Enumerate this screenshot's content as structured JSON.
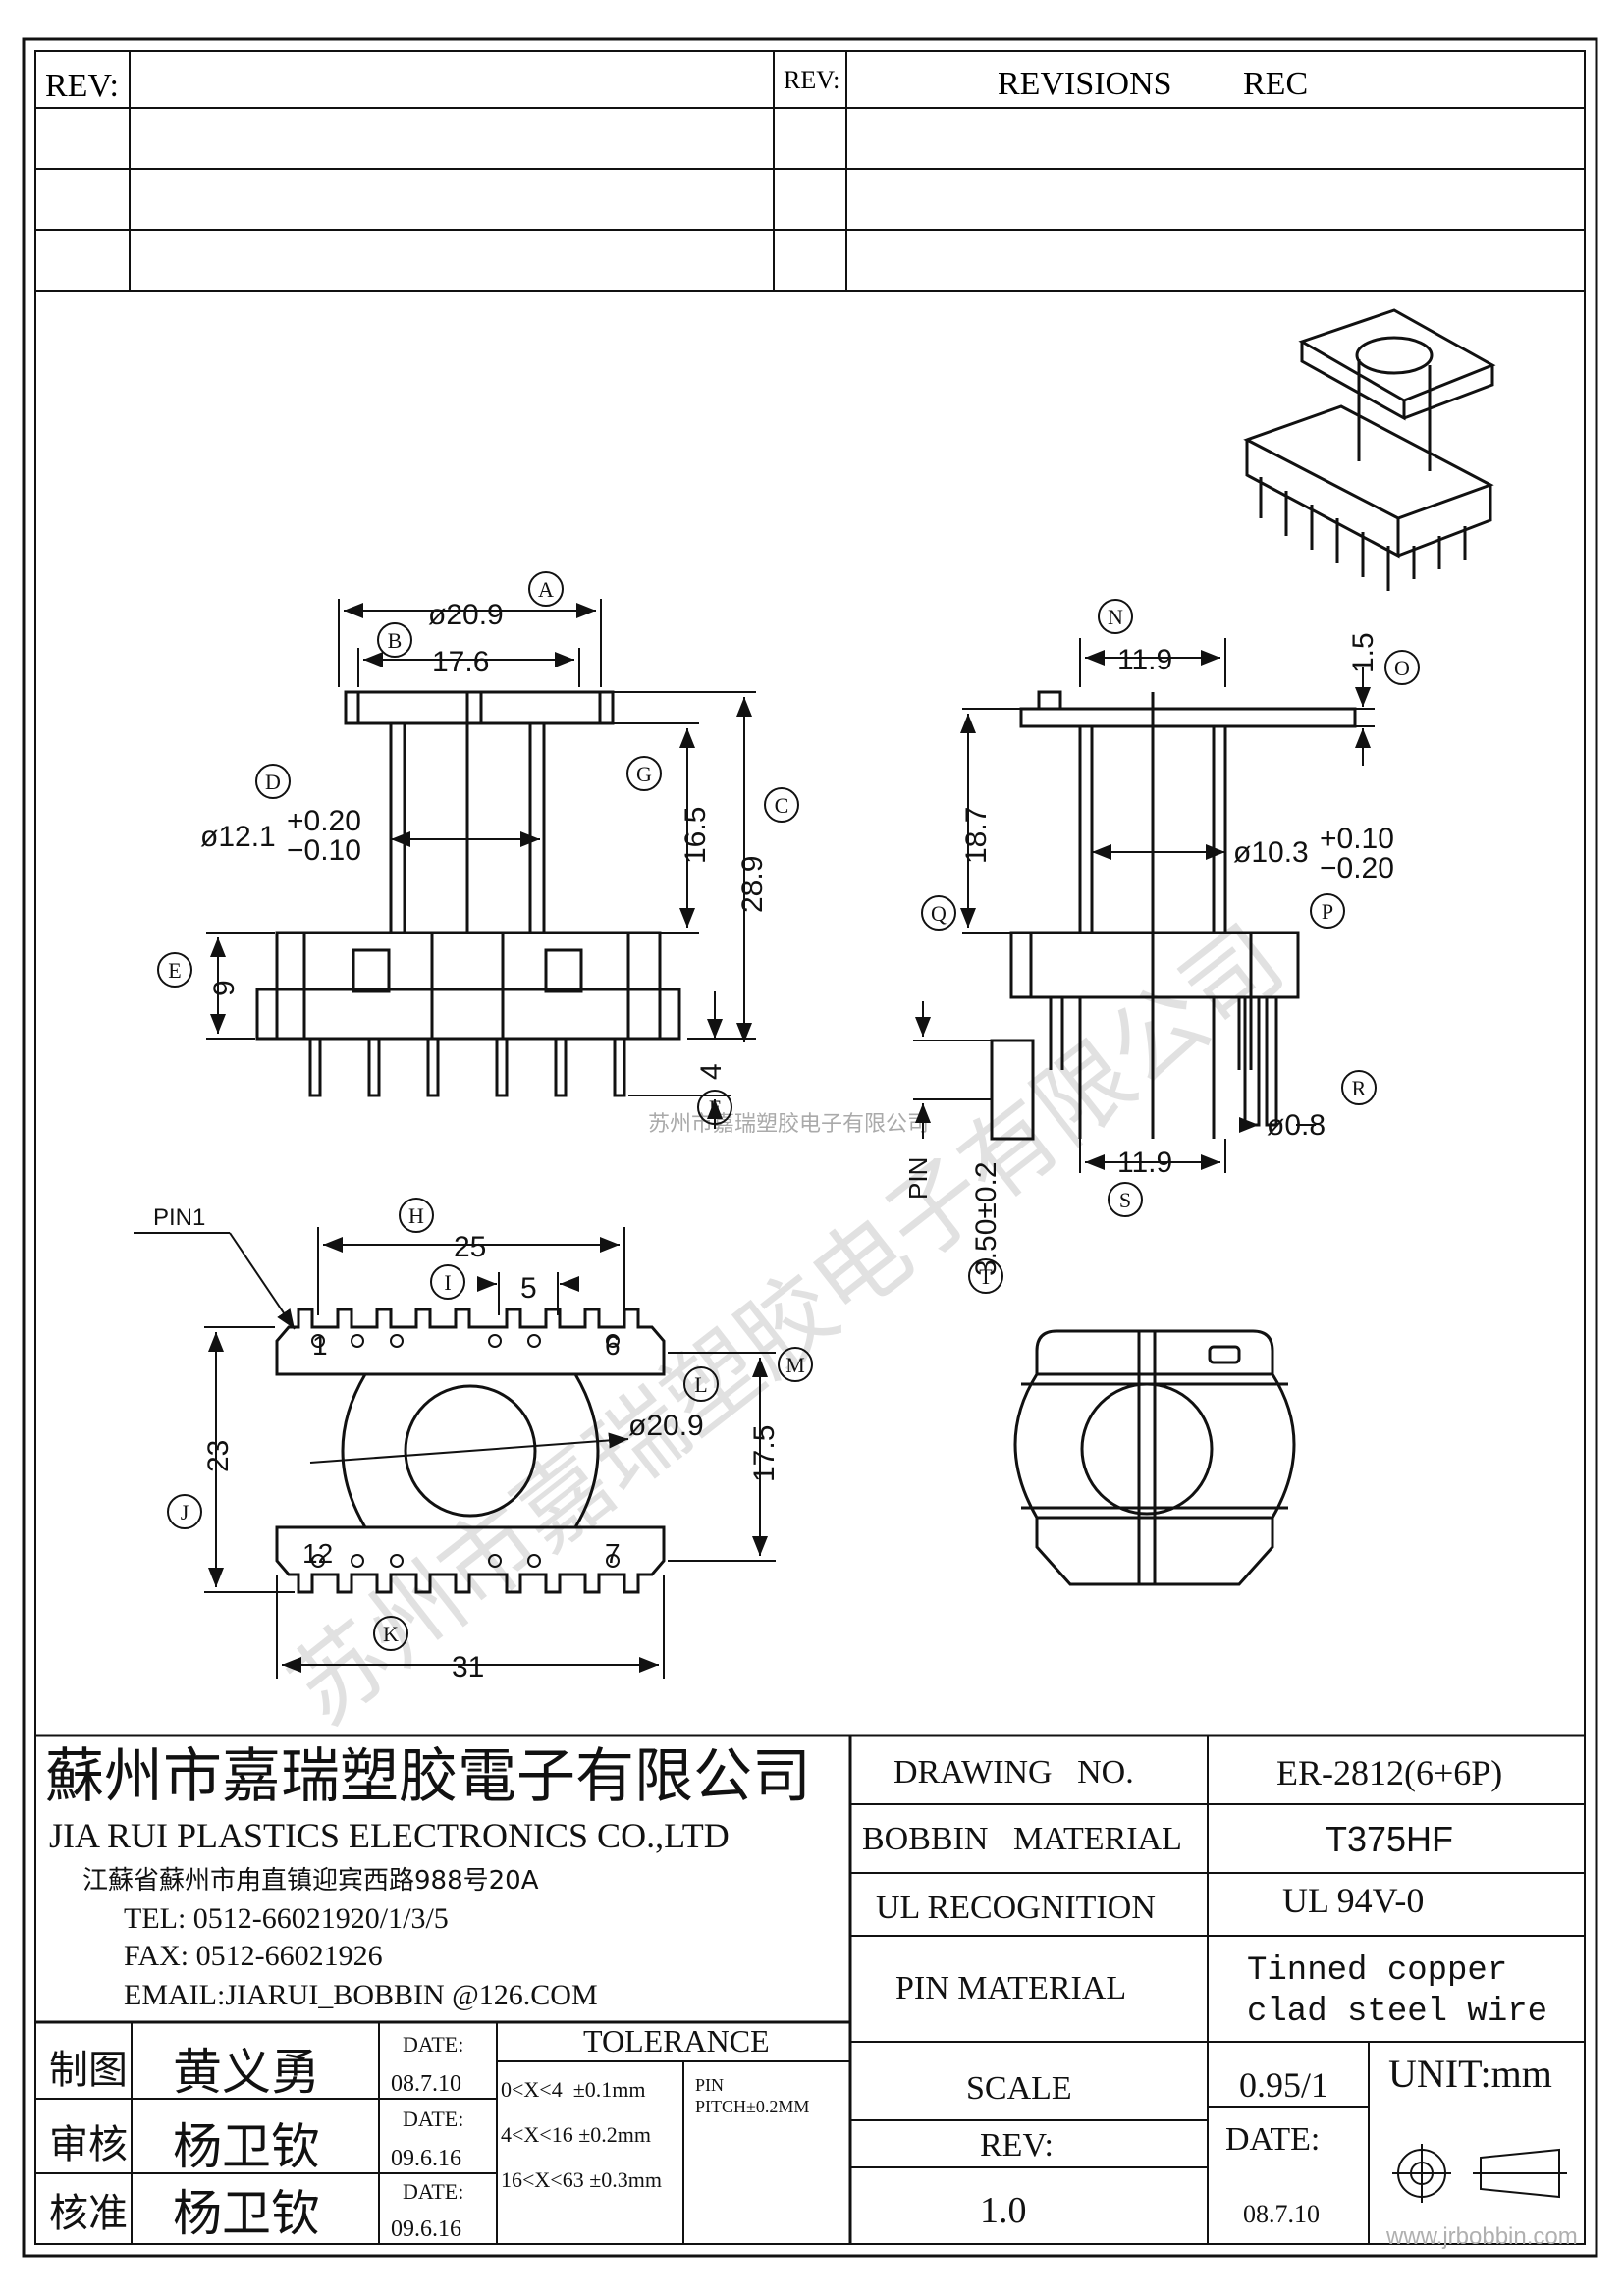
{
  "revision_block": {
    "rev_label_left": "REV:",
    "rev_label_right": "REV:",
    "revisions_header": "REVISIONS",
    "rec_header": "REC"
  },
  "front_view": {
    "dim_a": "ø20.9",
    "dim_b": "17.6",
    "dim_d": "ø12.1",
    "dim_d_tol_upper": "+0.20",
    "dim_d_tol_lower": "−0.10",
    "dim_g": "16.5",
    "dim_c": "28.9",
    "dim_e": "9",
    "dim_f": "4",
    "label_a": "A",
    "label_b": "B",
    "label_c": "C",
    "label_d": "D",
    "label_e": "E",
    "label_f": "F",
    "label_g": "G"
  },
  "side_view": {
    "dim_n": "11.9",
    "dim_o": "1.5",
    "dim_q": "18.7",
    "dim_core": "ø10.3",
    "dim_core_tol_upper": "+0.10",
    "dim_core_tol_lower": "−0.20",
    "dim_s": "11.9",
    "dim_r": "ø0.8",
    "dim_pin": "PIN",
    "dim_t": "3.50±0.2",
    "label_n": "N",
    "label_o": "O",
    "label_p": "P",
    "label_q": "Q",
    "label_r": "R",
    "label_s": "S",
    "label_t": "T"
  },
  "bottom_view": {
    "pin1_label": "PIN1",
    "dim_h": "25",
    "dim_i": "5",
    "dim_j": "23",
    "dim_k": "31",
    "dim_l": "ø20.9",
    "dim_m": "17.5",
    "pin_1": "1",
    "pin_6": "6",
    "pin_12": "12",
    "pin_7": "7",
    "label_h": "H",
    "label_i": "I",
    "label_j": "J",
    "label_k": "K",
    "label_l": "L",
    "label_m": "M"
  },
  "watermark": {
    "center_text": "苏州市嘉瑞塑胶电子有限公司",
    "bottom_url": "www.jrbobbin.com"
  },
  "title_block": {
    "company_cn": "蘇州市嘉瑞塑胶電子有限公司",
    "company_en": "JIA RUI PLASTICS ELECTRONICS CO.,LTD",
    "address": "江蘇省蘇州市甪直镇迎宾西路988号20A",
    "tel": "TEL: 0512-66021920/1/3/5",
    "fax": "FAX: 0512-66021926",
    "email": "EMAIL:JIARUI_BOBBIN @126.COM",
    "drawing_no_label": "DRAWING   NO.",
    "drawing_no": "ER-2812(6+6P)",
    "bobbin_material_label": "BOBBIN   MATERIAL",
    "bobbin_material": "T375HF",
    "ul_label": "UL RECOGNITION",
    "ul_value": "UL 94V-0",
    "pin_material_label": "PIN MATERIAL",
    "pin_material_line1": "Tinned copper",
    "pin_material_line2": "clad steel wire",
    "scale_label": "SCALE",
    "scale_value": "0.95/1",
    "unit": "UNIT:mm",
    "rev_label": "REV:",
    "rev_value": "1.0",
    "date_label": "DATE:",
    "date_value": "08.7.10",
    "tolerance_header": "TOLERANCE",
    "tol_1": "0<X<4  ±0.1mm",
    "tol_2": "4<X<16 ±0.2mm",
    "tol_3": "16<X<63 ±0.3mm",
    "pin_pitch_1": "PIN",
    "pin_pitch_2": "PITCH±0.2MM",
    "roles": [
      {
        "role": "制图",
        "name": "黄义勇",
        "date_label": "DATE:",
        "date": "08.7.10"
      },
      {
        "role": "审核",
        "name": "杨卫钦",
        "date_label": "DATE:",
        "date": "09.6.16"
      },
      {
        "role": "核准",
        "name": "杨卫钦",
        "date_label": "DATE:",
        "date": "09.6.16"
      }
    ]
  }
}
